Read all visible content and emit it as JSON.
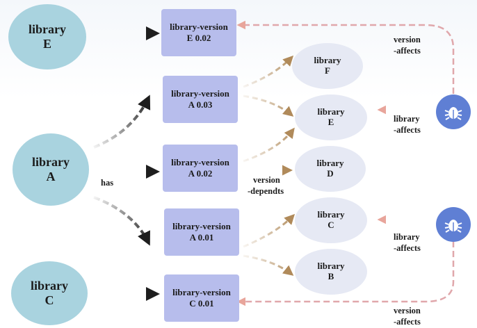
{
  "nodes": {
    "lib_e": {
      "line1": "library",
      "line2": "E"
    },
    "lib_a": {
      "line1": "library",
      "line2": "A"
    },
    "lib_c": {
      "line1": "library",
      "line2": "C"
    },
    "ver_e002": {
      "line1": "library-version",
      "line2": "E 0.02"
    },
    "ver_a003": {
      "line1": "library-version",
      "line2": "A 0.03"
    },
    "ver_a002": {
      "line1": "library-version",
      "line2": "A 0.02"
    },
    "ver_a001": {
      "line1": "library-version",
      "line2": "A 0.01"
    },
    "ver_c001": {
      "line1": "library-version",
      "line2": "C 0.01"
    },
    "dep_f": {
      "line1": "library",
      "line2": "F"
    },
    "dep_e": {
      "line1": "library",
      "line2": "E"
    },
    "dep_d": {
      "line1": "library",
      "line2": "D"
    },
    "dep_c": {
      "line1": "library",
      "line2": "C"
    },
    "dep_b": {
      "line1": "library",
      "line2": "B"
    }
  },
  "labels": {
    "has": "has",
    "version_depends": {
      "line1": "version",
      "line2": "-dependts"
    },
    "version_affects_top": {
      "line1": "version",
      "line2": "-affects"
    },
    "library_affects_1": {
      "line1": "library",
      "line2": "-affects"
    },
    "library_affects_2": {
      "line1": "library",
      "line2": "-affects"
    },
    "version_affects_bottom": {
      "line1": "version",
      "line2": "-affects"
    }
  },
  "icons": {
    "vuln_top": "bug-icon",
    "vuln_bottom": "bug-icon"
  },
  "colors": {
    "library": "#a9d3df",
    "version": "#b7bdec",
    "dependency": "#e6e9f4",
    "has_edge": "#1e1e1e",
    "depends_edge": "#b08a5a",
    "affects_edge": "#e0a7ab",
    "bug": "#5f7fd4"
  }
}
